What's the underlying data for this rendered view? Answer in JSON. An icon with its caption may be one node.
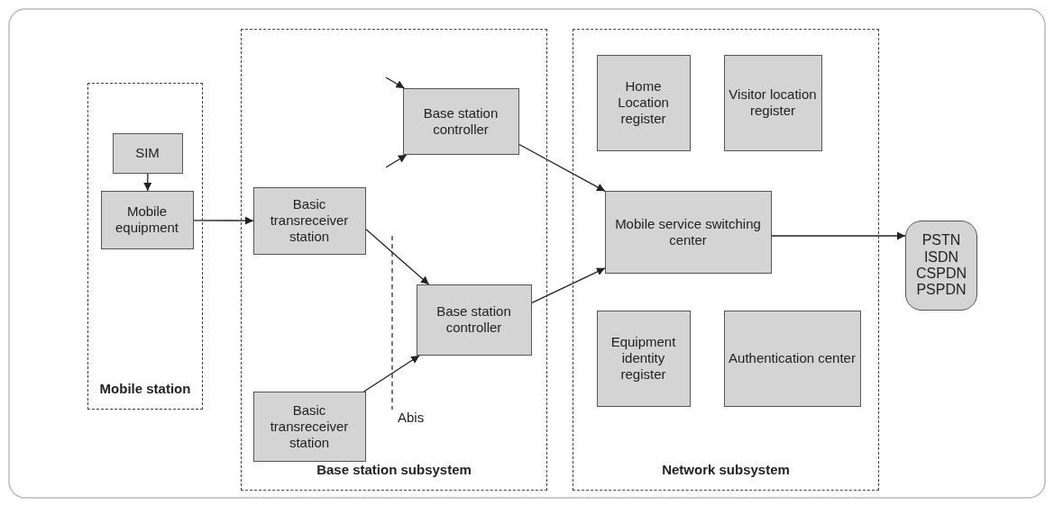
{
  "diagram": {
    "nodes": [
      {
        "text": [
          "Mobile station"
        ]
      },
      {
        "text": [
          "SIM"
        ],
        "in": 0
      },
      {
        "text": [
          "Mobile equipment"
        ],
        "in": 0
      },
      {
        "text": [
          "Base station subsystem"
        ]
      },
      {
        "text": [
          "Base station controller"
        ],
        "in": 3
      },
      {
        "text": [
          "Basic transreceiver station"
        ],
        "in": 3
      },
      {
        "text": [
          "Base station controller"
        ],
        "in": 3
      },
      {
        "text": [
          "Basic transreceiver station"
        ],
        "in": 3
      },
      {
        "text": [
          "Network subsystem"
        ]
      },
      {
        "text": [
          "Home Location register"
        ],
        "in": 8
      },
      {
        "text": [
          "Visitor location register"
        ],
        "in": 8
      },
      {
        "text": [
          "Mobile service switching center"
        ],
        "in": 8
      },
      {
        "text": [
          "Equipment identity register"
        ],
        "in": 8
      },
      {
        "text": [
          "Authentication center"
        ],
        "in": 8
      },
      {
        "text": [
          "PSTN",
          "ISDN",
          "CSPDN",
          "PSPDN"
        ]
      }
    ],
    "edges": [
      {
        "from": 1,
        "to": 2,
        "arrow": "to"
      },
      {
        "from": 2,
        "to": 5,
        "arrow": "to"
      },
      {
        "from": null,
        "to": 4,
        "arrow": "to"
      },
      {
        "from": null,
        "to": 4,
        "arrow": "to"
      },
      {
        "from": 5,
        "to": 6,
        "arrow": "to"
      },
      {
        "from": 7,
        "to": 6,
        "arrow": "to"
      },
      {
        "from": 4,
        "to": 11,
        "arrow": "to"
      },
      {
        "from": 6,
        "to": 11,
        "arrow": "to"
      },
      {
        "from": 11,
        "to": 14,
        "arrow": "to"
      }
    ],
    "labels": [
      "Abis"
    ]
  }
}
